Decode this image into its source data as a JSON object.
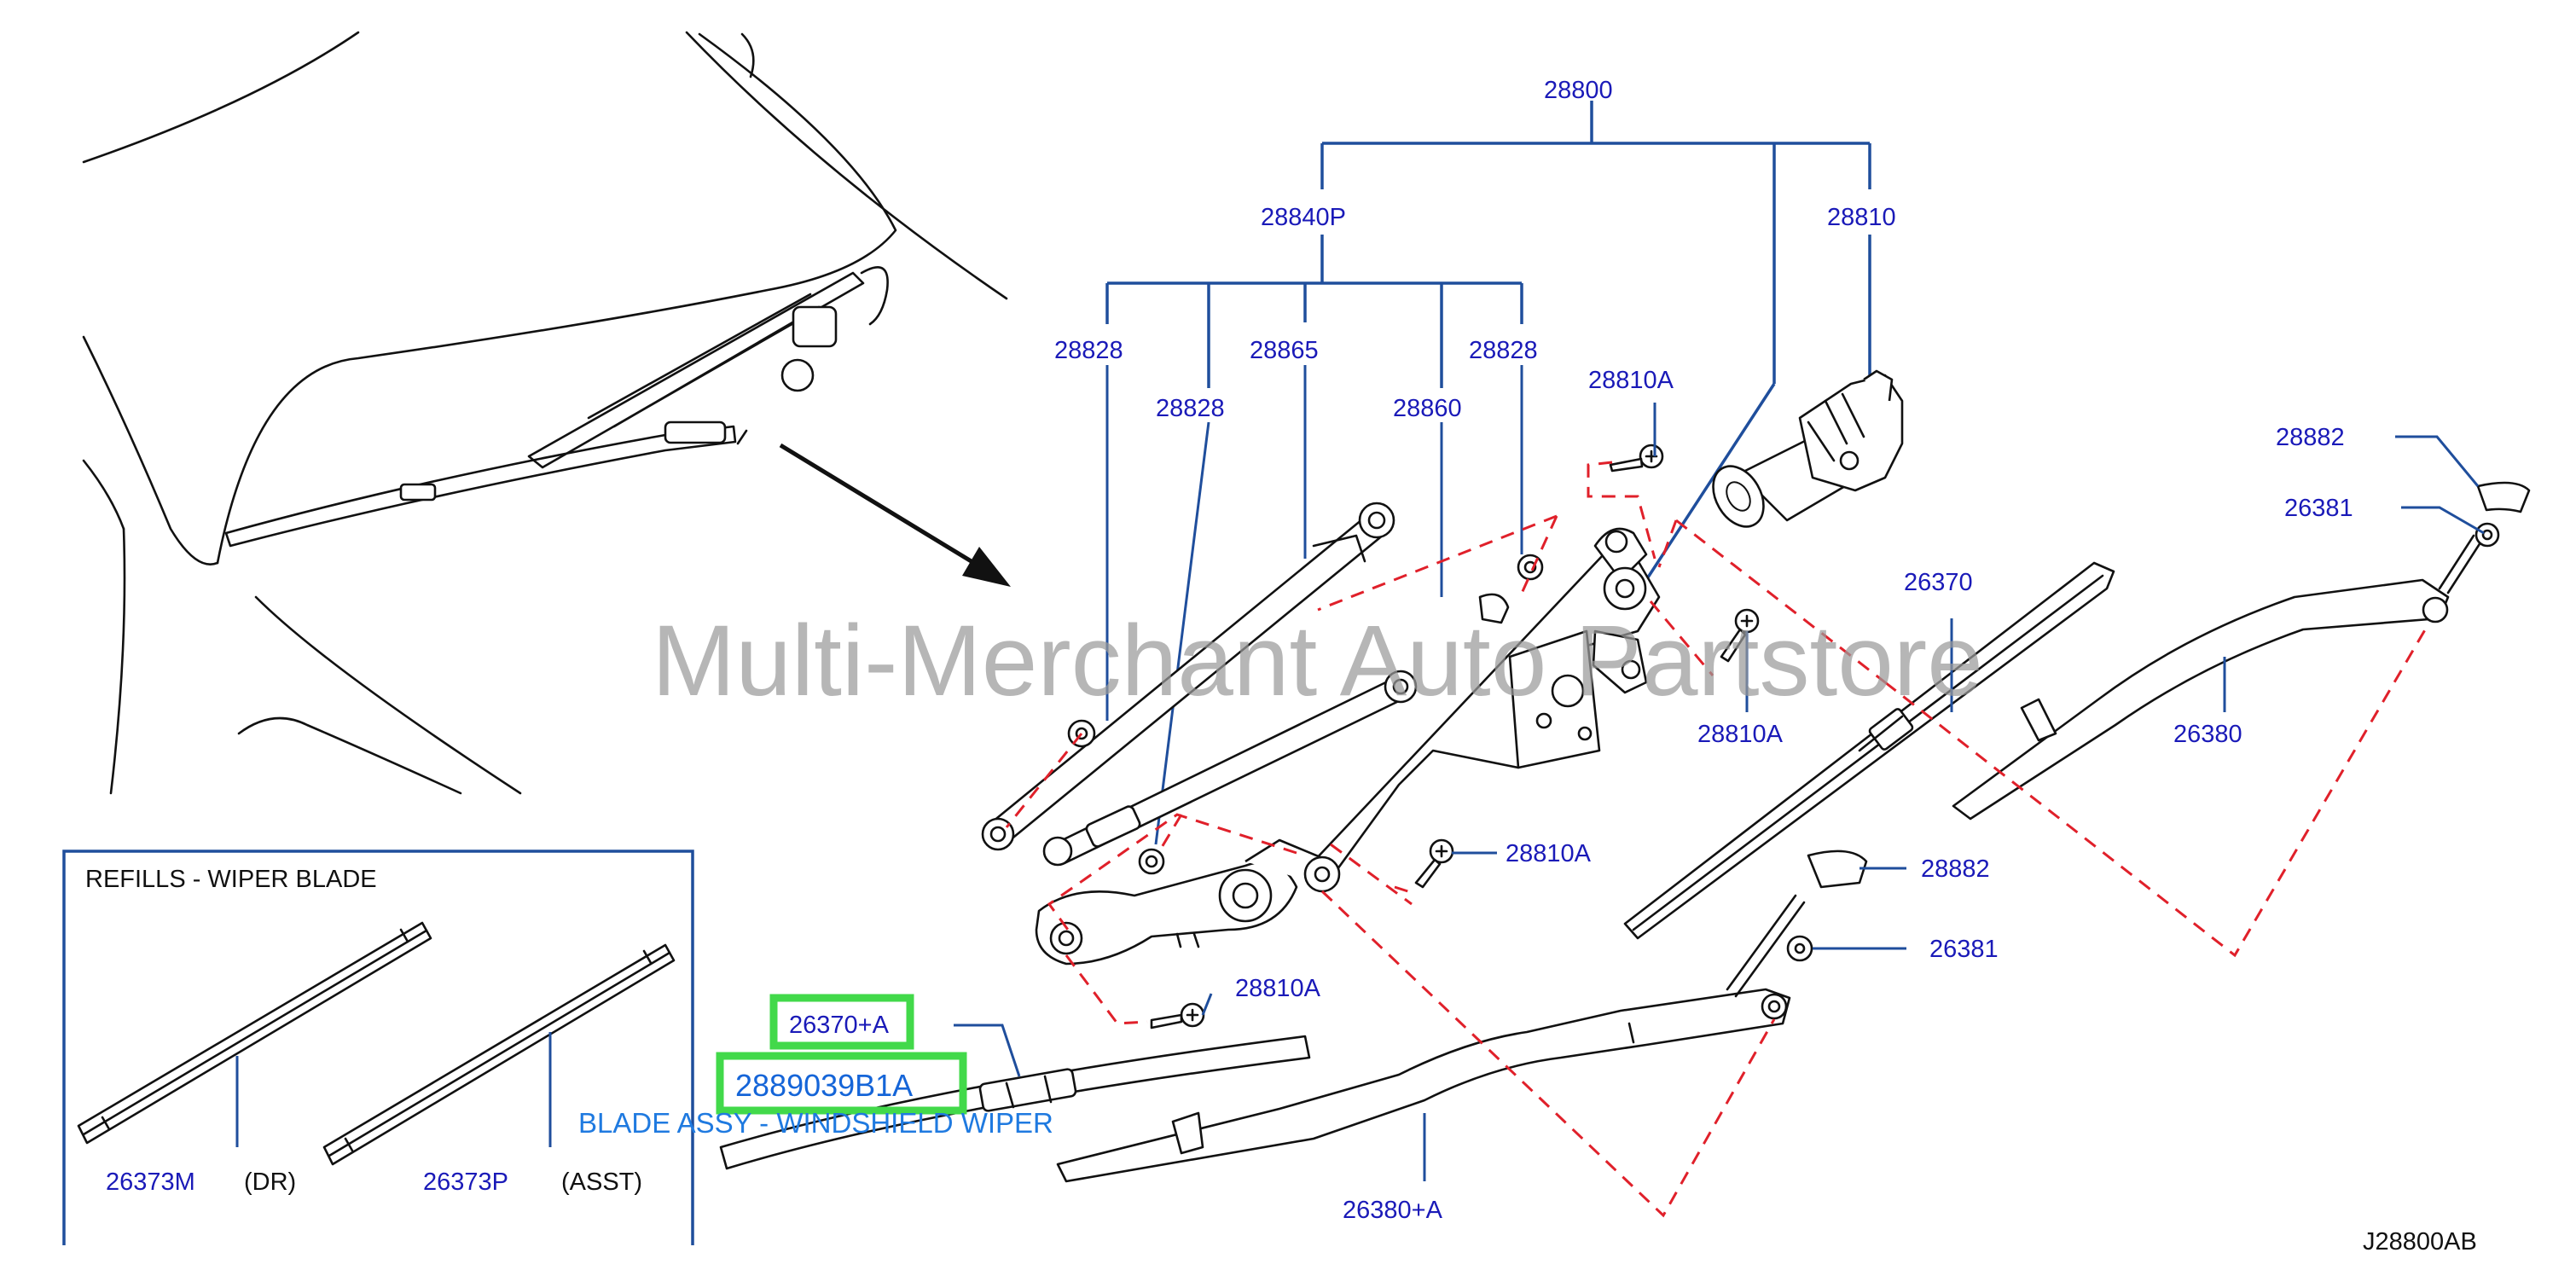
{
  "watermark": "Multi-Merchant Auto Partstore",
  "diagram_code": "J28800AB",
  "inset": {
    "title": "REFILLS - WIPER BLADE",
    "left_part": "26373M",
    "left_note": "(DR)",
    "right_part": "26373P",
    "right_note": "(ASST)"
  },
  "callouts": {
    "c28800": "28800",
    "c28840P": "28840P",
    "c28810": "28810",
    "c28828_a": "28828",
    "c28828_b": "28828",
    "c28828_c": "28828",
    "c28865": "28865",
    "c28860": "28860",
    "c28810A_top": "28810A",
    "c28810A_mid": "28810A",
    "c28810A_low": "28810A",
    "c28810A_bottom": "28810A",
    "c28882_top": "28882",
    "c26381_top": "26381",
    "c26370": "26370",
    "c26380": "26380",
    "c28882_low": "28882",
    "c26381_low": "26381",
    "c26370A": "26370+A",
    "c26380A": "26380+A"
  },
  "selected": {
    "part_number": "2889039B1A",
    "description": "BLADE ASSY - WINDSHIELD WIPER"
  },
  "colors": {
    "callout_text": "#1a1ab8",
    "leader_lines": "#1f4e9c",
    "dashed_guides": "#e0202a",
    "highlight_box": "#42d94a",
    "selected_part_text": "#1565d8"
  }
}
